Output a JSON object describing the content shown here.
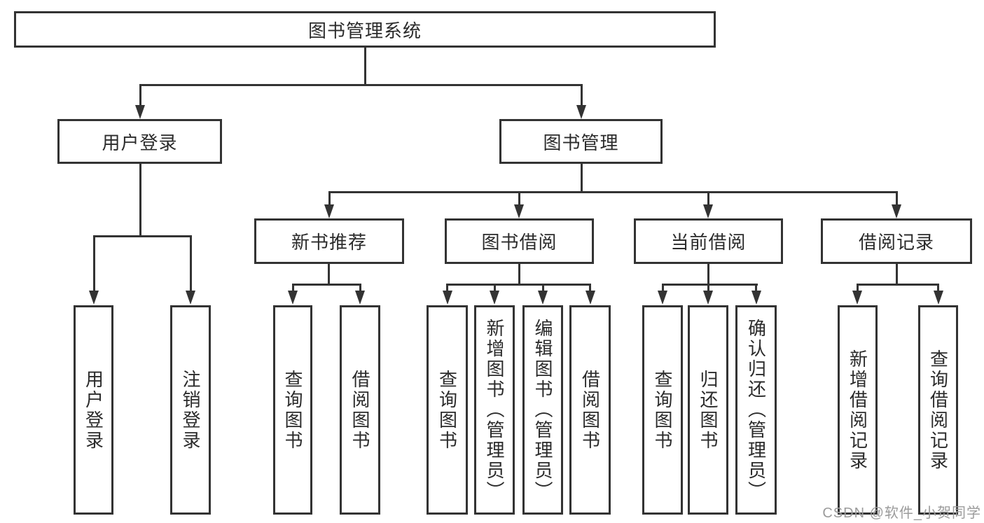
{
  "colors": {
    "line": "#333333",
    "text": "#2b2b2b",
    "bg": "#ffffff",
    "watermark": "#9b9b9b"
  },
  "page": {
    "watermark": "CSDN @软件_小贺同学"
  },
  "tree": {
    "root": {
      "label": "图书管理系统"
    },
    "branches": [
      {
        "label": "用户登录",
        "children": [
          {
            "label": "用户登录"
          },
          {
            "label": "注销登录"
          }
        ]
      },
      {
        "label": "图书管理",
        "children": [
          {
            "label": "新书推荐",
            "children": [
              {
                "label": "查询图书"
              },
              {
                "label": "借阅图书"
              }
            ]
          },
          {
            "label": "图书借阅",
            "children": [
              {
                "label": "查询图书"
              },
              {
                "label": "新增图书（管理员）"
              },
              {
                "label": "编辑图书（管理员）"
              },
              {
                "label": "借阅图书"
              }
            ]
          },
          {
            "label": "当前借阅",
            "children": [
              {
                "label": "查询图书"
              },
              {
                "label": "归还图书"
              },
              {
                "label": "确认归还（管理员）"
              }
            ]
          },
          {
            "label": "借阅记录",
            "children": [
              {
                "label": "新增借阅记录"
              },
              {
                "label": "查询借阅记录"
              }
            ]
          }
        ]
      }
    ]
  }
}
